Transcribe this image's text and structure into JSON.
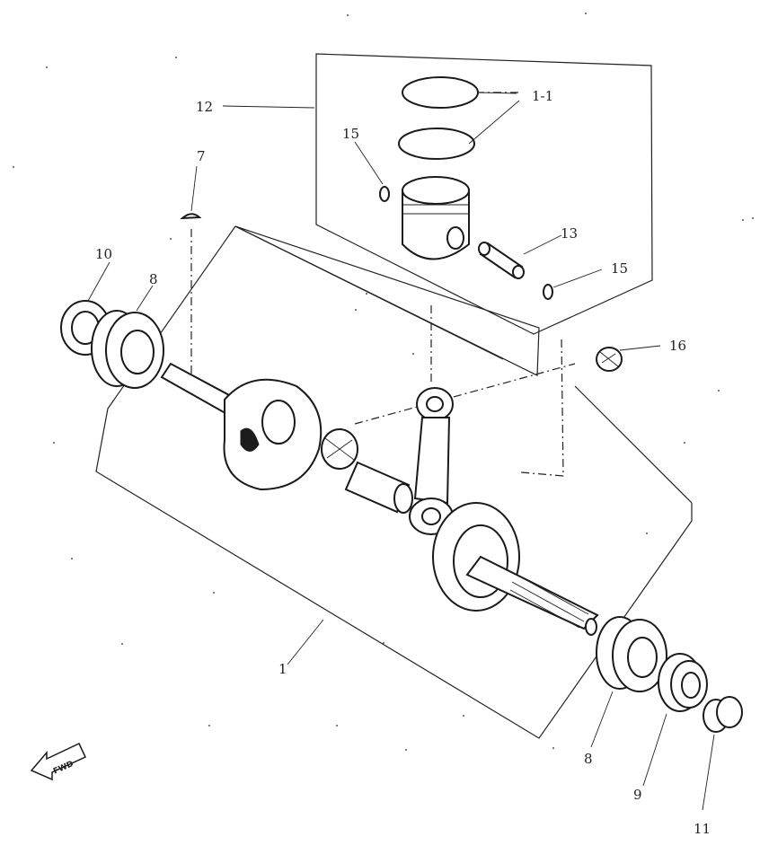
{
  "callouts": {
    "c1": "1",
    "c7": "7",
    "c8a": "8",
    "c8b": "8",
    "c9": "9",
    "c10": "10",
    "c11": "11",
    "c12": "12",
    "c13": "13",
    "c14": "1-1",
    "c15a": "15",
    "c15b": "15",
    "c16": "16"
  },
  "direction": {
    "label": "FWD"
  },
  "icons": {
    "fwd_arrow": "fwd-arrow-icon"
  }
}
